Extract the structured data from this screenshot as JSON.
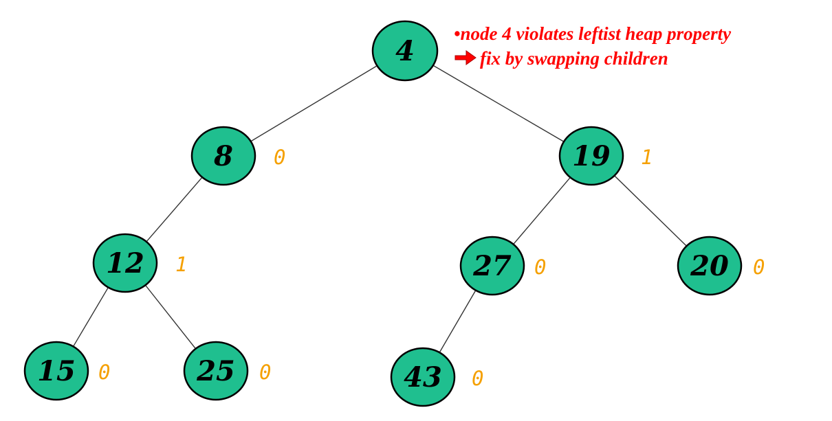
{
  "annotation": {
    "bullet": "•",
    "line1": "node 4 violates leftist heap property",
    "line2": "fix by swapping children",
    "color": "#ff0000",
    "arrow_icon": "right-arrow-icon"
  },
  "colors": {
    "node_fill": "#1fbf8f",
    "npl_label": "#f5a000"
  },
  "tree": {
    "nodes": [
      {
        "id": "n4",
        "key": "4",
        "npl": ""
      },
      {
        "id": "n8",
        "key": "8",
        "npl": "0"
      },
      {
        "id": "n19",
        "key": "19",
        "npl": "1"
      },
      {
        "id": "n12",
        "key": "12",
        "npl": "1"
      },
      {
        "id": "n27",
        "key": "27",
        "npl": "0"
      },
      {
        "id": "n20",
        "key": "20",
        "npl": "0"
      },
      {
        "id": "n15",
        "key": "15",
        "npl": "0"
      },
      {
        "id": "n25",
        "key": "25",
        "npl": "0"
      },
      {
        "id": "n43",
        "key": "43",
        "npl": "0"
      }
    ],
    "edges": [
      {
        "parent": "4",
        "child": "8"
      },
      {
        "parent": "4",
        "child": "19"
      },
      {
        "parent": "8",
        "child": "12"
      },
      {
        "parent": "12",
        "child": "15"
      },
      {
        "parent": "12",
        "child": "25"
      },
      {
        "parent": "19",
        "child": "27"
      },
      {
        "parent": "19",
        "child": "20"
      },
      {
        "parent": "27",
        "child": "43"
      }
    ]
  }
}
